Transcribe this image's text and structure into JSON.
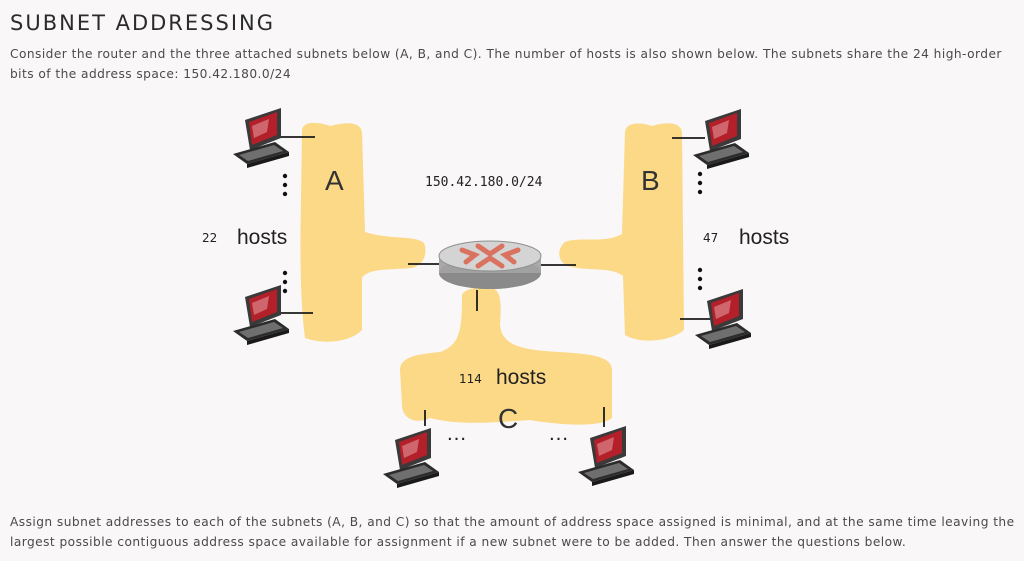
{
  "page": {
    "title": "SUBNET ADDRESSING",
    "intro": "Consider the router and the three attached subnets below (A, B, and C). The number of hosts is also shown below. The subnets share the 24 high-order bits of the address space: 150.42.180.0/24",
    "task": "Assign subnet addresses to each of the subnets (A, B, and C) so that the amount of address space assigned is minimal, and at the same time leaving the largest possible contiguous address space available for assignment if a new subnet were to be added. Then answer the questions below."
  },
  "diagram": {
    "network_address": "150.42.180.0/24",
    "hosts_word": "hosts",
    "subnets": {
      "a": {
        "label": "A",
        "hosts": "22"
      },
      "b": {
        "label": "B",
        "hosts": "47"
      },
      "c": {
        "label": "C",
        "hosts": "114"
      }
    },
    "ellipsis": "…",
    "colors": {
      "subnet_fill": "#fbd986",
      "router_body": "#c9c9c9",
      "router_mark": "#d9725e",
      "screen": "#b3202a"
    },
    "icons": [
      "router-icon",
      "computer-icon"
    ]
  }
}
